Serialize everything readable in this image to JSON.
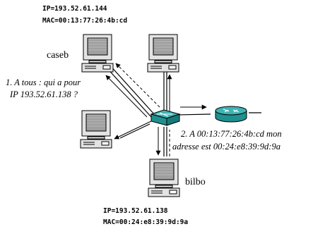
{
  "hosts": {
    "caseb": {
      "name": "caseb",
      "ip": "IP=193.52.61.144",
      "mac": "MAC=00:13:77:26:4b:cd"
    },
    "bilbo": {
      "name": "bilbo",
      "ip": "IP=193.52.61.138",
      "mac": "MAC=00:24:e8:39:9d:9a"
    }
  },
  "messages": {
    "broadcast": {
      "line1": "1. A tous : qui a pour",
      "line2": "IP 193.52.61.138 ?"
    },
    "reply": {
      "line1": "2. A 00:13:77:26:4b:cd mon",
      "line2": "adresse est 00:24:e8:39:9d:9a"
    }
  },
  "colors": {
    "device_teal": "#1f8f8f",
    "monitor_gray": "#d9d9d9",
    "screen_gray": "#bfbfbf"
  },
  "icons": [
    "computer-icon",
    "switch-icon",
    "router-icon"
  ]
}
